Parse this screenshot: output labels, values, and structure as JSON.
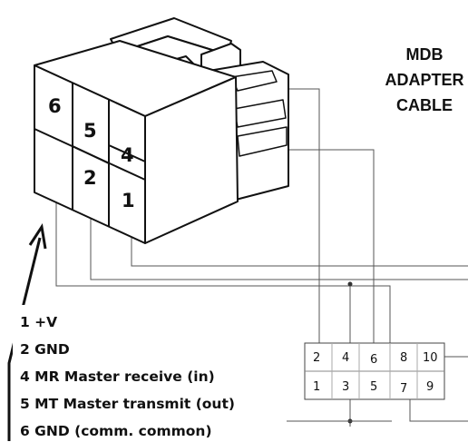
{
  "title": [
    "MDB",
    "ADAPTER",
    "CABLE"
  ],
  "connector_pins": {
    "p6": "6",
    "p5": "5",
    "p4": "4",
    "p2": "2",
    "p1": "1"
  },
  "legend": [
    "1 +V",
    "2 GND",
    "4 MR Master receive (in)",
    "5 MT Master transmit (out)",
    "6 GND  (comm. common)"
  ],
  "header": {
    "top_row": [
      "2",
      "4",
      "6",
      "8",
      "10"
    ],
    "bottom_row": [
      "1",
      "3",
      "5",
      "7",
      "9"
    ]
  }
}
